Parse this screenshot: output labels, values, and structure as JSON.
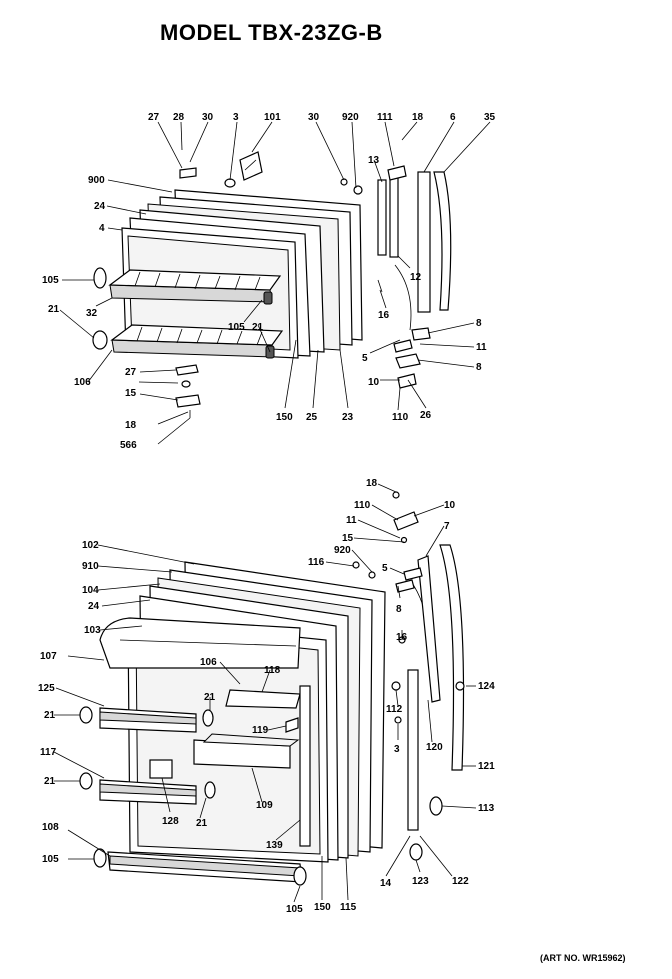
{
  "title": "MODEL TBX-23ZG-B",
  "art_number": "(ART NO. WR15962)",
  "top_assembly": {
    "labels": [
      "27",
      "28",
      "30",
      "3",
      "101",
      "30",
      "920",
      "111",
      "18",
      "6",
      "35",
      "900",
      "24",
      "4",
      "13",
      "105",
      "12",
      "21",
      "32",
      "16",
      "8",
      "105",
      "21",
      "5",
      "11",
      "106",
      "27",
      "8",
      "15",
      "10",
      "26",
      "18",
      "110",
      "566",
      "150",
      "25",
      "23"
    ]
  },
  "bottom_assembly": {
    "labels": [
      "18",
      "110",
      "10",
      "11",
      "7",
      "15",
      "102",
      "920",
      "116",
      "5",
      "910",
      "104",
      "8",
      "24",
      "103",
      "16",
      "107",
      "106",
      "118",
      "124",
      "125",
      "21",
      "119",
      "112",
      "21",
      "3",
      "120",
      "117",
      "121",
      "21",
      "109",
      "128",
      "21",
      "113",
      "108",
      "139",
      "105",
      "14",
      "123",
      "122",
      "105",
      "150",
      "115"
    ]
  }
}
